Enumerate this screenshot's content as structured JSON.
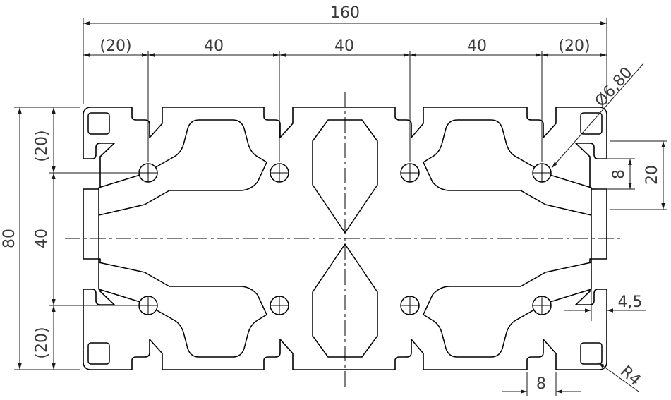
{
  "drawing": {
    "overall_width_label": "160",
    "overall_height_label": "80",
    "spacing_labels": [
      "(20)",
      "40",
      "40",
      "40",
      "(20)"
    ],
    "left_labels": [
      "(20)",
      "40",
      "(20)"
    ],
    "hole_diameter_label": "Ø6,80",
    "slot_width_label": "8",
    "slot_pitch_label": "20",
    "wall_label": "4,5",
    "bottom_slot_label": "8",
    "radius_label": "R4"
  }
}
